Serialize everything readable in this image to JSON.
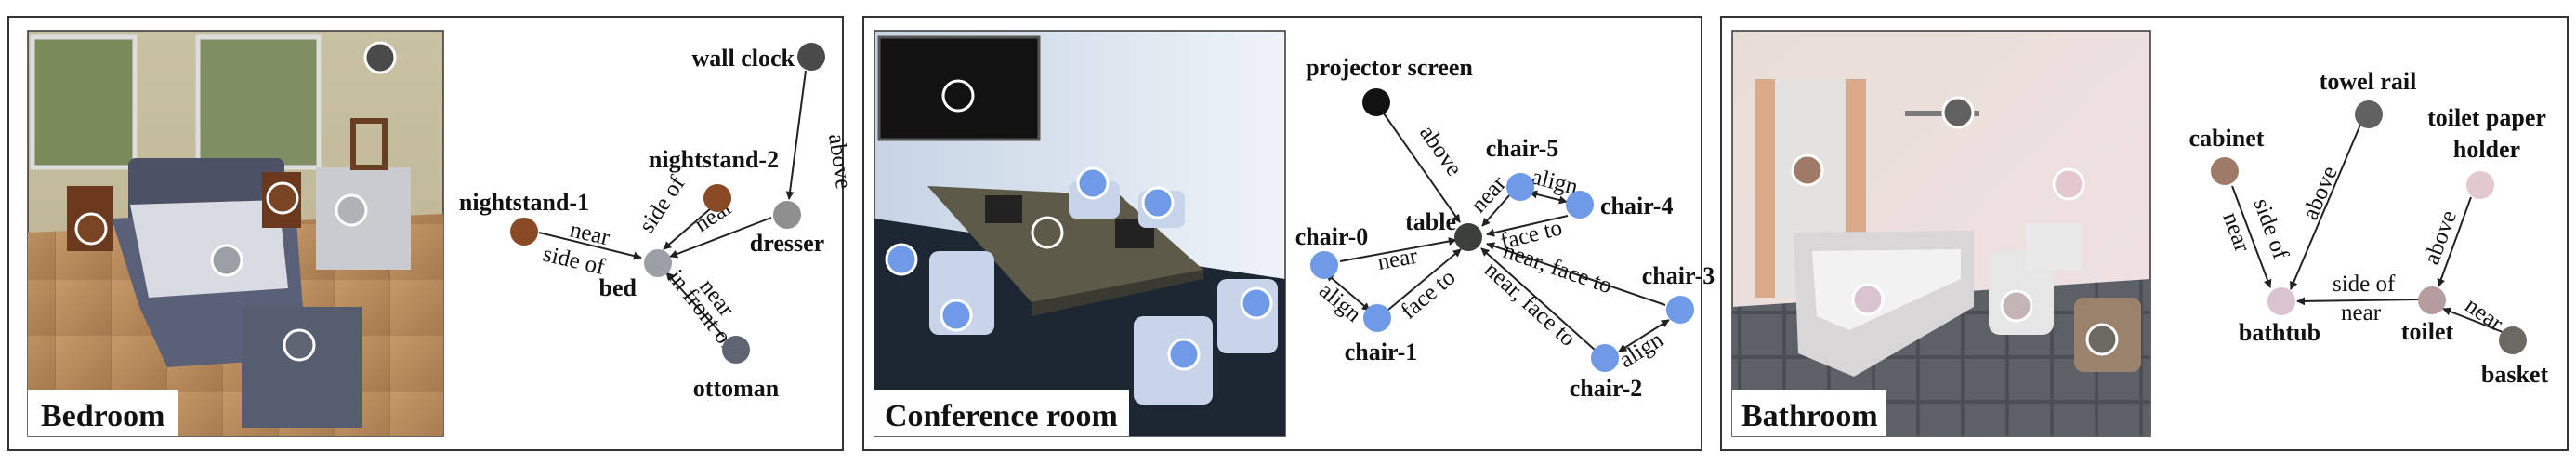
{
  "panels": [
    {
      "label": "Bedroom",
      "nodes": {
        "wall_clock": {
          "label": "wall clock",
          "color": "#4a4a4a"
        },
        "nightstand_2": {
          "label": "nightstand-2",
          "color": "#8a4a25"
        },
        "nightstand_1": {
          "label": "nightstand-1",
          "color": "#8a4a25"
        },
        "dresser": {
          "label": "dresser",
          "color": "#8f8f8f"
        },
        "bed": {
          "label": "bed",
          "color": "#9aa0a6"
        },
        "ottoman": {
          "label": "ottoman",
          "color": "#5f6472"
        }
      },
      "edges": {
        "clock_above": "above",
        "ns2_sideof": "side of",
        "dresser_near": "near",
        "ns1_near": "near",
        "ns1_sideof": "side of",
        "ott_near": "near",
        "ott_infront": "in front of"
      }
    },
    {
      "label": "Conference room",
      "nodes": {
        "projector_screen": {
          "label": "projector screen",
          "color": "#121212"
        },
        "chair_5": {
          "label": "chair-5",
          "color": "#6f9ae8"
        },
        "chair_4": {
          "label": "chair-4",
          "color": "#6f9ae8"
        },
        "chair_0": {
          "label": "chair-0",
          "color": "#6f9ae8"
        },
        "table": {
          "label": "table",
          "color": "#3d3f3c"
        },
        "chair_3": {
          "label": "chair-3",
          "color": "#6f9ae8"
        },
        "chair_1": {
          "label": "chair-1",
          "color": "#6f9ae8"
        },
        "chair_2": {
          "label": "chair-2",
          "color": "#6f9ae8"
        }
      },
      "edges": {
        "ps_above": "above",
        "c5_near": "near",
        "c5_c4_align": "align",
        "c4_faceto": "face to",
        "c0_near": "near",
        "c0_c1_align": "align",
        "c1_faceto": "face to",
        "c3_near_face": "near, face to",
        "c2_near_face": "near, face to",
        "c3_c2_align": "align"
      }
    },
    {
      "label": "Bathroom",
      "nodes": {
        "towel_rail": {
          "label": "towel rail",
          "color": "#616161"
        },
        "cabinet": {
          "label": "cabinet",
          "color": "#a07a68"
        },
        "toilet_paper_holder": {
          "label_line1": "toilet paper",
          "label_line2": "holder",
          "color": "#e2c8cf"
        },
        "bathtub": {
          "label": "bathtub",
          "color": "#d9c4d0"
        },
        "toilet": {
          "label": "toilet",
          "color": "#b59d9f"
        },
        "basket": {
          "label": "basket",
          "color": "#6a6a62"
        }
      },
      "edges": {
        "cab_sideof": "side of",
        "cab_near": "near",
        "rail_above": "above",
        "toilet_sideof": "side of",
        "toilet_near": "near",
        "tph_above": "above",
        "basket_near": "near"
      }
    }
  ]
}
